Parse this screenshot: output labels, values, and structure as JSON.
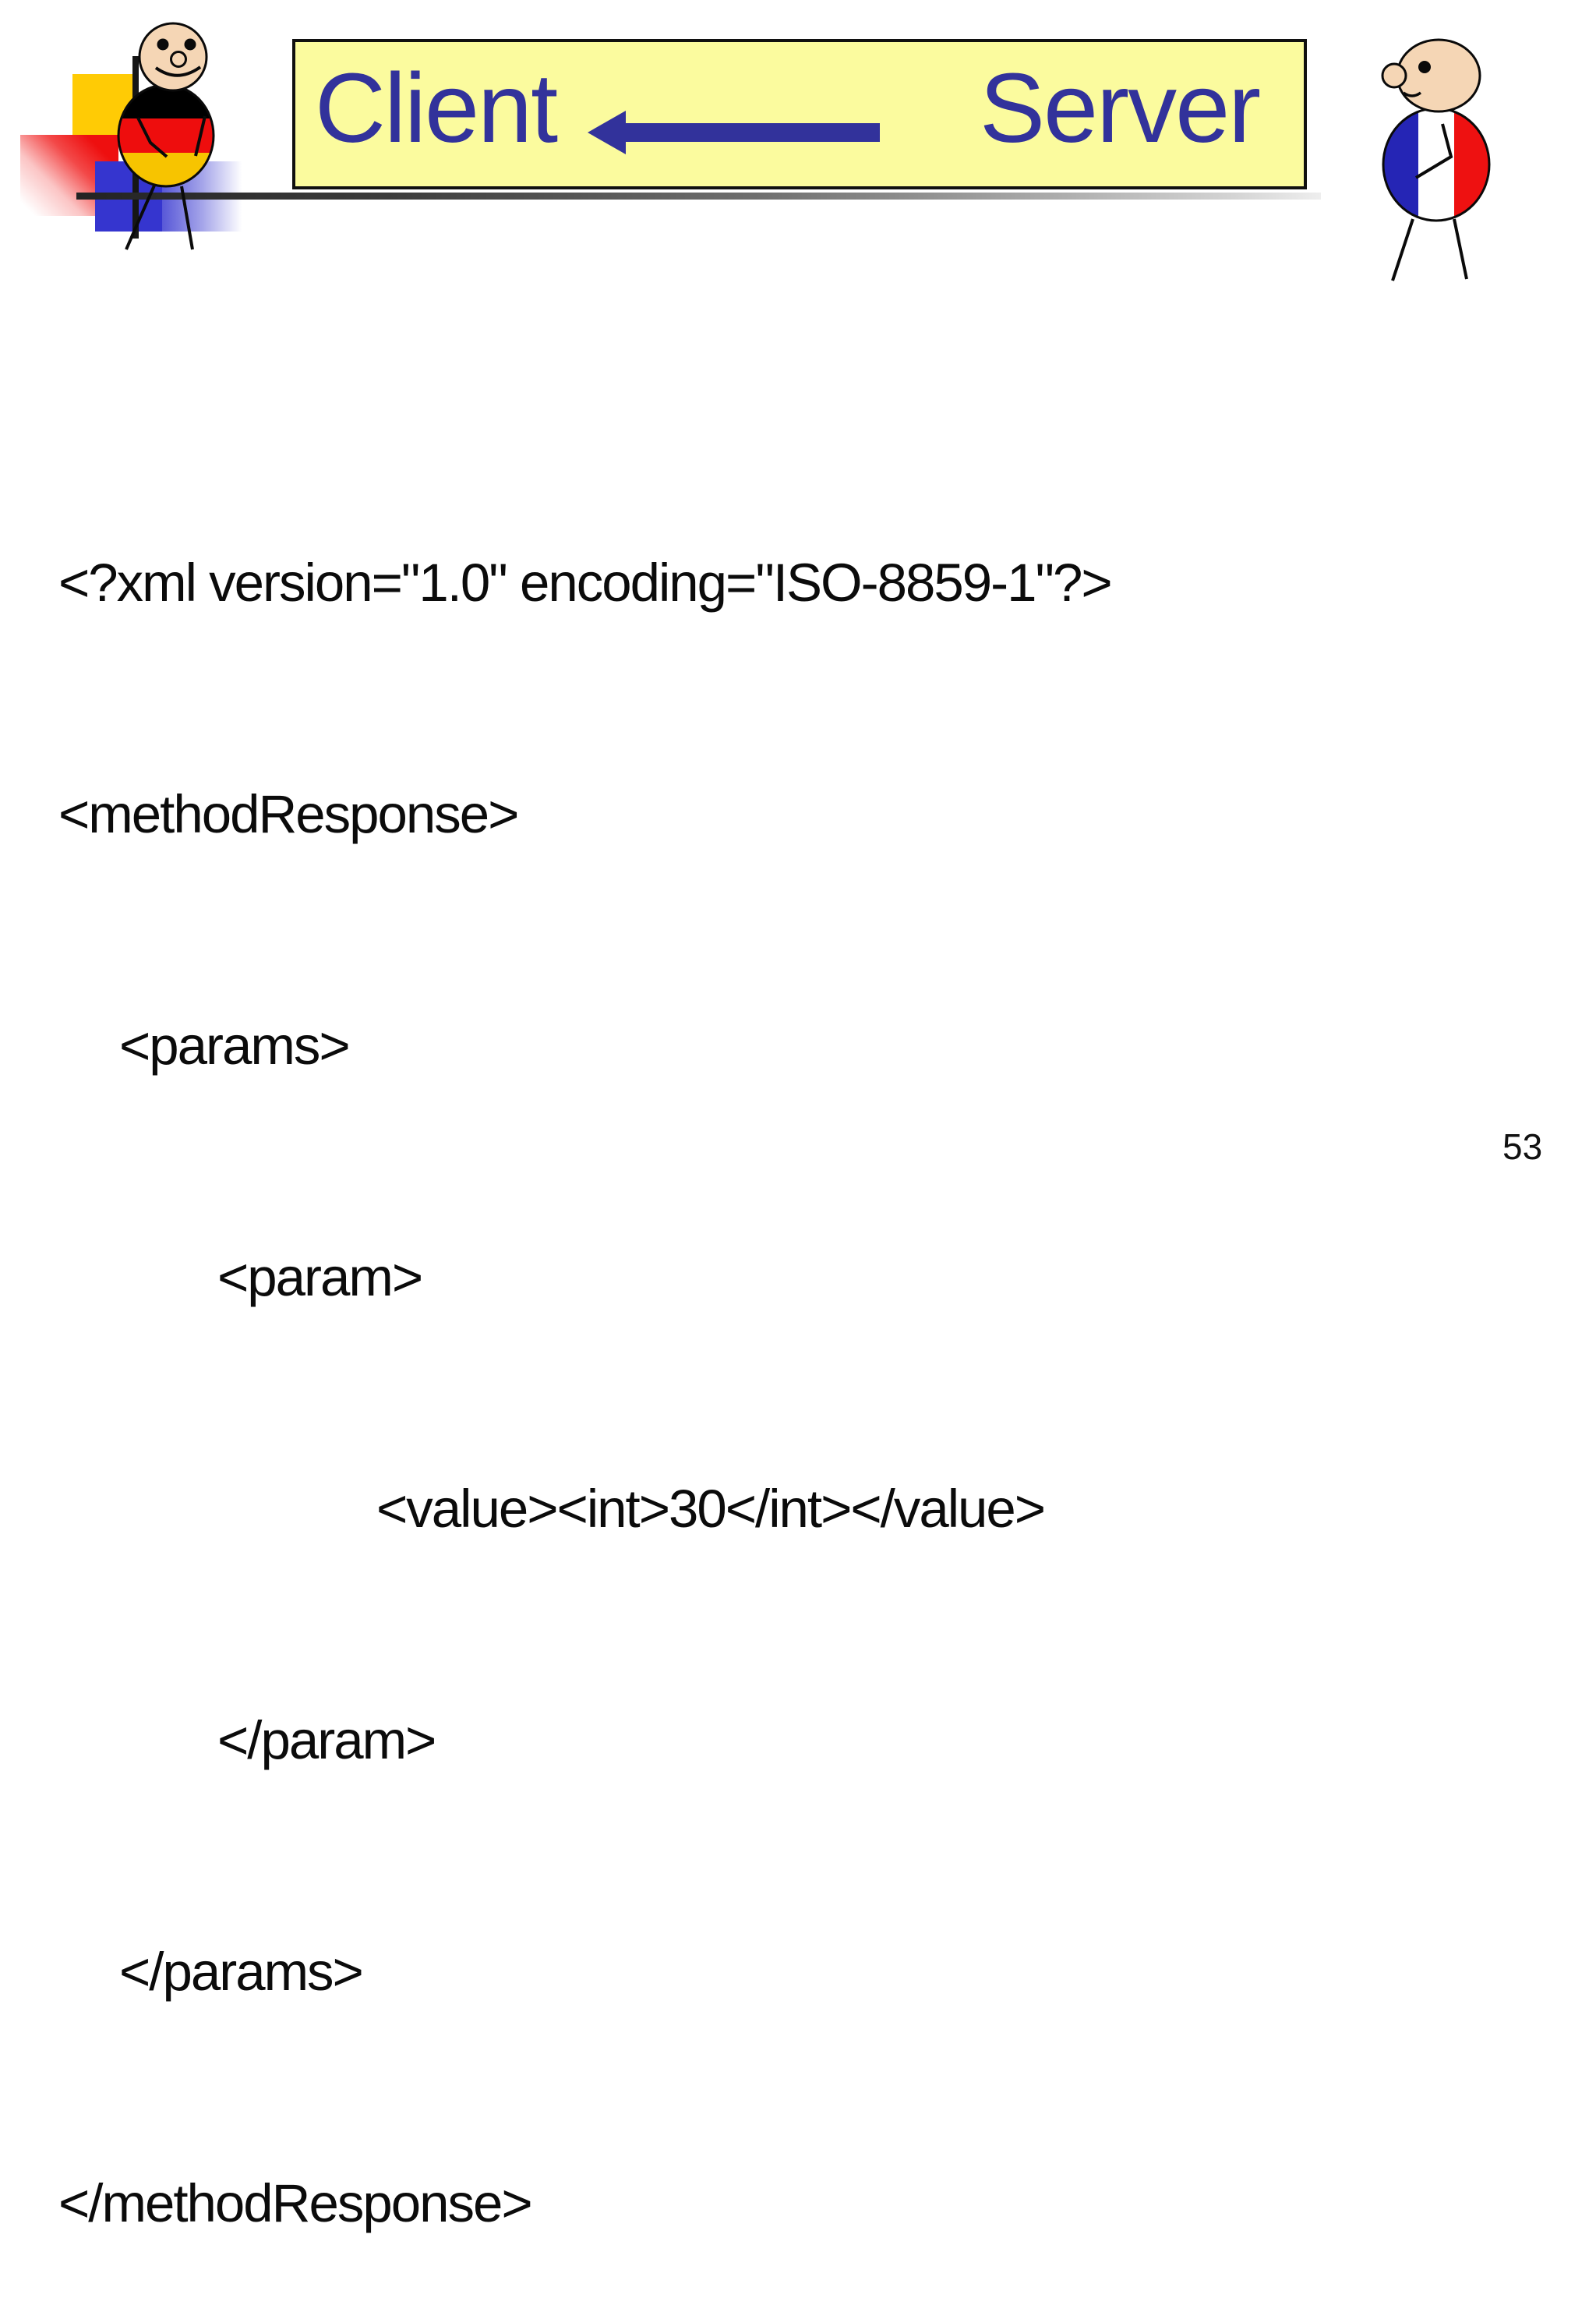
{
  "slide": {
    "banner": {
      "client_label": "Client",
      "server_label": "Server",
      "arrow_icon": "left-arrow",
      "background_color": "#fbfb9e",
      "text_color": "#32329b"
    },
    "figures": {
      "left": "german-stick-figure",
      "right": "french-stick-figure",
      "german_flag_colors": [
        "#000000",
        "#ee0d0d",
        "#f7c400"
      ],
      "french_flag_colors": [
        "#2525b5",
        "#ffffff",
        "#ee1111"
      ],
      "skin_color": "#f5d6b5"
    },
    "code_lines": [
      {
        "text": "<?xml version=\"1.0\" encoding=\"ISO-8859-1\"?>",
        "indent": 0
      },
      {
        "text": "<methodResponse>",
        "indent": 0
      },
      {
        "text": "<params>",
        "indent": 1
      },
      {
        "text": "<param>",
        "indent": 2
      },
      {
        "text": "<value><int>30</int></value>",
        "indent": 3
      },
      {
        "text": "</param>",
        "indent": 2
      },
      {
        "text": "</params>",
        "indent": 1
      },
      {
        "text": "</methodResponse>",
        "indent": 0
      }
    ],
    "page_number": "53"
  }
}
